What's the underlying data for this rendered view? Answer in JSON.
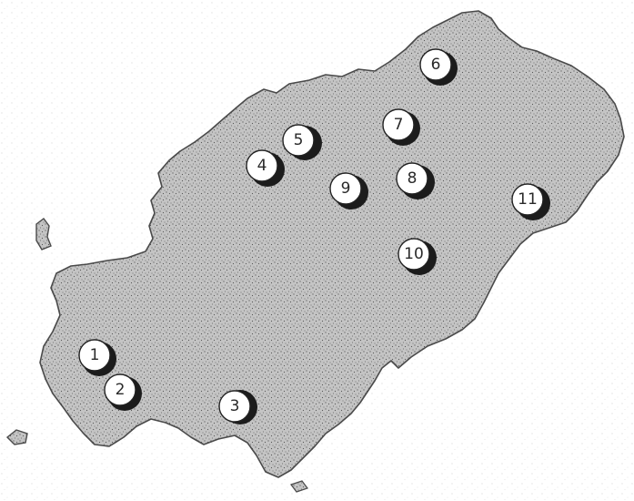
{
  "map": {
    "colors": {
      "land_fill": "#b9b9b9",
      "coast_stroke": "#4a4a4a",
      "sea_background": "#ffffff",
      "marker_disc": "#ffffff",
      "marker_shadow": "#1c1c1c"
    },
    "markers": [
      {
        "label": "1"
      },
      {
        "label": "2"
      },
      {
        "label": "3"
      },
      {
        "label": "4"
      },
      {
        "label": "5"
      },
      {
        "label": "6"
      },
      {
        "label": "7"
      },
      {
        "label": "8"
      },
      {
        "label": "9"
      },
      {
        "label": "10"
      },
      {
        "label": "11"
      }
    ]
  }
}
